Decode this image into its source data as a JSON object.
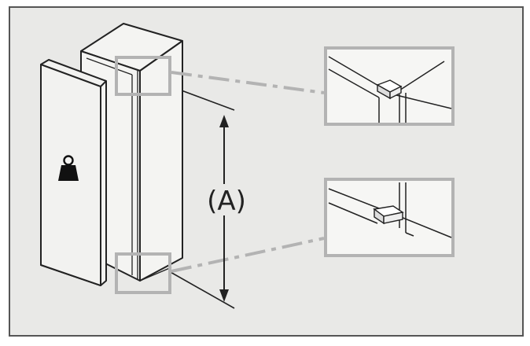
{
  "diagram": {
    "dimension_label": "(A)",
    "icons": {
      "door": "weight-icon",
      "cabinet": "appliance-cabinet",
      "detail_top": "top-hinge-detail",
      "detail_bottom": "bottom-hinge-detail"
    },
    "colors": {
      "background": "#e9e9e7",
      "line": "#222222",
      "callout": "#b3b3b3",
      "frame": "#555555"
    }
  }
}
